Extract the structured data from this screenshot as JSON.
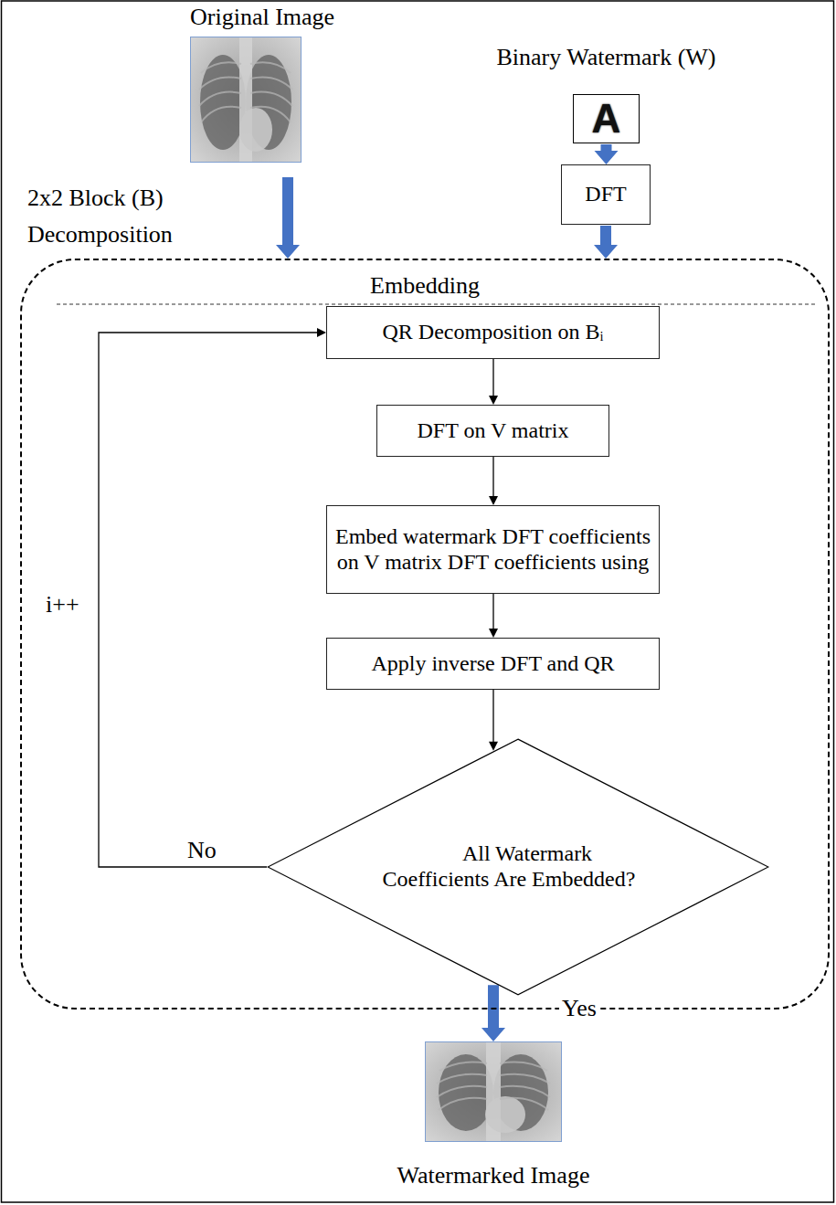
{
  "diagram": {
    "nodes": [
      {
        "text": [
          "Original Image"
        ]
      },
      {
        "text": [
          "Binary Watermark (W)",
          "A"
        ]
      },
      {
        "text": [
          "DFT"
        ]
      },
      {
        "text": [
          "Embedding"
        ]
      },
      {
        "text": [
          "QR Decomposition on Bᵢ"
        ],
        "in": 3
      },
      {
        "text": [
          "DFT on V matrix"
        ],
        "in": 3
      },
      {
        "text": [
          "Embed watermark DFT coefficients on V matrix DFT coefficients using"
        ],
        "in": 3
      },
      {
        "text": [
          "Apply inverse DFT and QR"
        ],
        "in": 3
      },
      {
        "text": [
          "All Watermark Coefficients Are Embedded?"
        ],
        "in": 3
      },
      {
        "text": [
          "Watermarked Image"
        ]
      }
    ],
    "edges": [
      {
        "from": 0,
        "to": 3,
        "label": "2x2 Block (B) Decomposition",
        "arrow": "to"
      },
      {
        "from": 1,
        "to": 2,
        "arrow": "to"
      },
      {
        "from": 2,
        "to": 3,
        "arrow": "to"
      },
      {
        "from": 4,
        "to": 5,
        "arrow": "to"
      },
      {
        "from": 5,
        "to": 6,
        "arrow": "to"
      },
      {
        "from": 6,
        "to": 7,
        "arrow": "to"
      },
      {
        "from": 7,
        "to": 8,
        "arrow": "to"
      },
      {
        "from": 8,
        "to": 4,
        "label": "No",
        "arrow": "to"
      },
      {
        "from": 8,
        "to": 9,
        "label": "Yes",
        "arrow": "to"
      }
    ],
    "labels": [
      "i++"
    ]
  }
}
